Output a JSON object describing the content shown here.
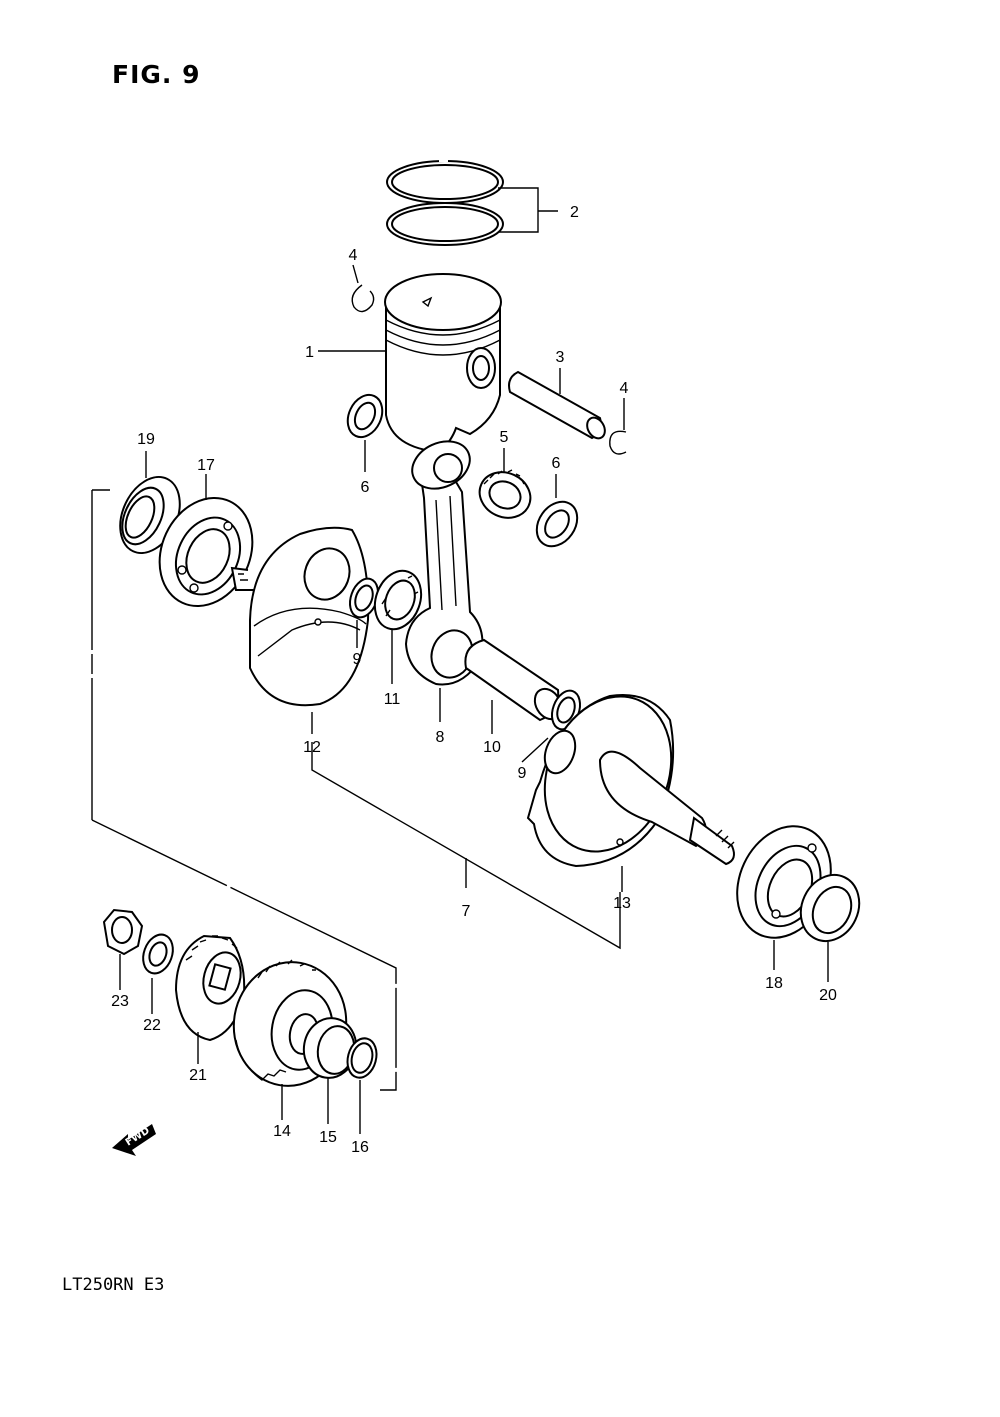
{
  "figure": {
    "title": "FIG. 9",
    "model": "LT250RN E3"
  },
  "callouts": {
    "c1": "1",
    "c2": "2",
    "c3": "3",
    "c4a": "4",
    "c4b": "4",
    "c5": "5",
    "c6a": "6",
    "c6b": "6",
    "c7": "7",
    "c8": "8",
    "c9a": "9",
    "c9b": "9",
    "c10": "10",
    "c11": "11",
    "c12": "12",
    "c13": "13",
    "c14": "14",
    "c15": "15",
    "c16": "16",
    "c17": "17",
    "c18": "18",
    "c19": "19",
    "c20": "20",
    "c21": "21",
    "c22": "22",
    "c23": "23"
  },
  "direction_marker": {
    "label": "FWD"
  }
}
